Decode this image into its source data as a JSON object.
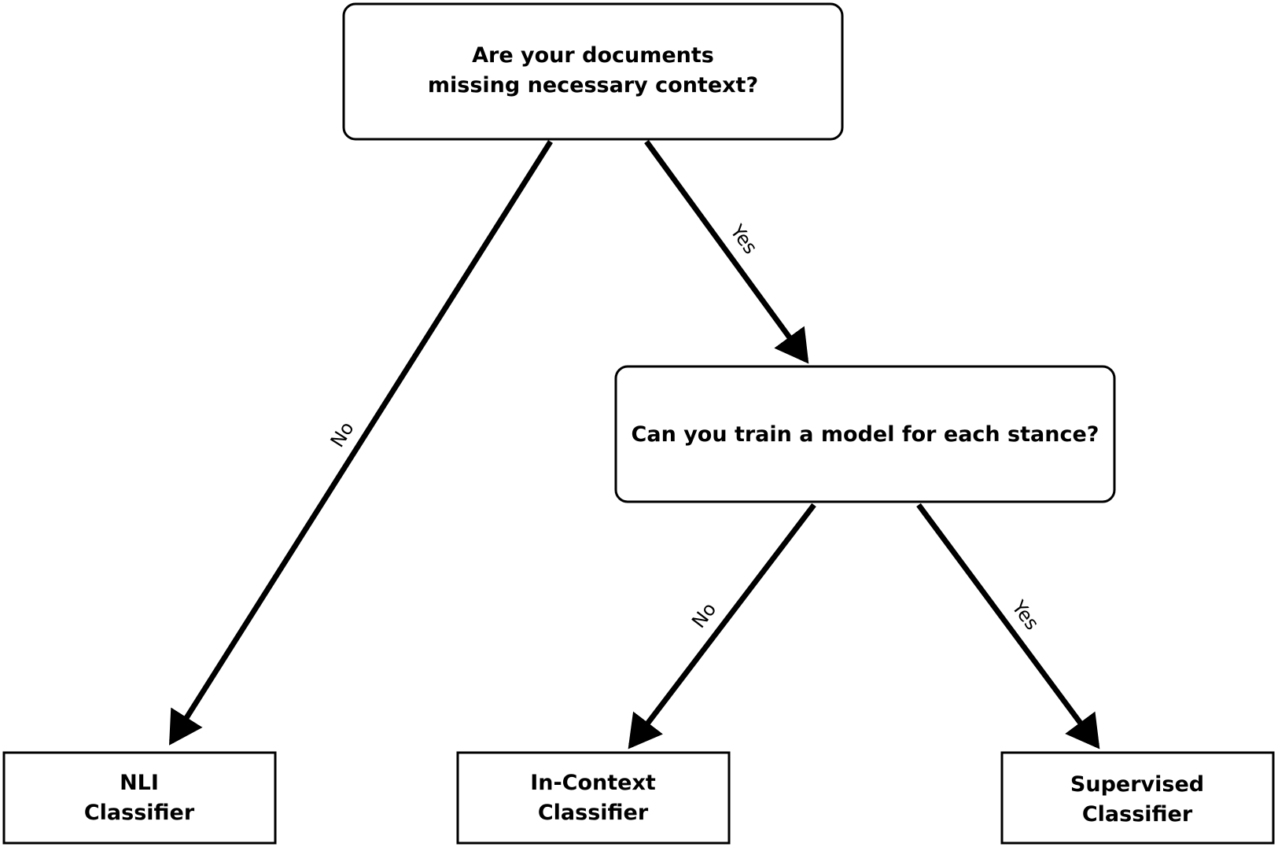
{
  "nodes": {
    "q1": {
      "lines": [
        "Are your documents",
        "missing necessary context?"
      ]
    },
    "q2": {
      "lines": [
        "Can you train a model for each stance?"
      ]
    },
    "nli": {
      "lines": [
        "NLI",
        "Classifier"
      ]
    },
    "in_context": {
      "lines": [
        "In-Context",
        "Classifier"
      ]
    },
    "supervised": {
      "lines": [
        "Supervised",
        "Classifier"
      ]
    }
  },
  "edges": {
    "q1_no": {
      "label": "No"
    },
    "q1_yes": {
      "label": "Yes"
    },
    "q2_no": {
      "label": "No"
    },
    "q2_yes": {
      "label": "Yes"
    }
  }
}
